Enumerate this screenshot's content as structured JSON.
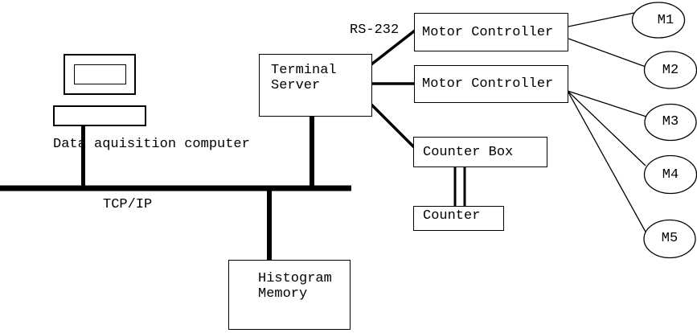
{
  "colors": {
    "ink": "#000000",
    "background": "#ffffff"
  },
  "computer": {
    "label": "Data aquisition computer"
  },
  "network": {
    "label": "TCP/IP"
  },
  "serial": {
    "label": "RS-232"
  },
  "nodes": {
    "terminal_server": {
      "label": "Terminal Server"
    },
    "motor_controller_1": {
      "label": "Motor Controller"
    },
    "motor_controller_2": {
      "label": "Motor Controller"
    },
    "counter_box": {
      "label": "Counter Box"
    },
    "counter": {
      "label": "Counter"
    },
    "histogram_memory": {
      "label": "Histogram Memory"
    }
  },
  "motors": [
    {
      "label": "M1"
    },
    {
      "label": "M2"
    },
    {
      "label": "M3"
    },
    {
      "label": "M4"
    },
    {
      "label": "M5"
    }
  ]
}
